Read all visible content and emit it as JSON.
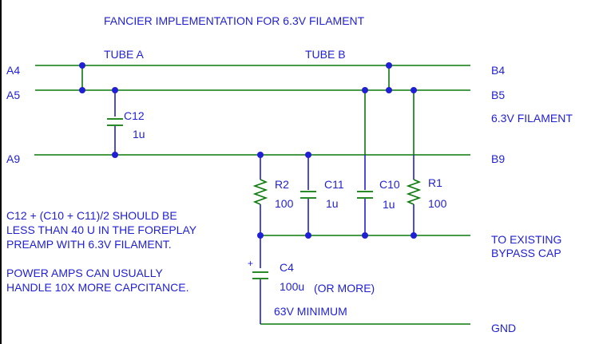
{
  "title": "FANCIER IMPLEMENTATION FOR 6.3V FILAMENT",
  "tubes": {
    "a": "TUBE A",
    "b": "TUBE B"
  },
  "pins_left": {
    "a4": "A4",
    "a5": "A5",
    "a9": "A9"
  },
  "pins_right": {
    "b4": "B4",
    "b5": "B5",
    "filament": "6.3V FILAMENT",
    "b9": "B9",
    "bypass_line1": "TO EXISTING",
    "bypass_line2": "BYPASS CAP",
    "gnd": "GND"
  },
  "components": {
    "c12": {
      "ref": "C12",
      "value": "1u"
    },
    "r2": {
      "ref": "R2",
      "value": "100"
    },
    "c11": {
      "ref": "C11",
      "value": "1u"
    },
    "c10": {
      "ref": "C10",
      "value": "1u"
    },
    "r1": {
      "ref": "R1",
      "value": "100"
    },
    "c4": {
      "ref": "C4",
      "value": "100u",
      "note": "(OR MORE)",
      "rating": "63V MINIMUM",
      "polarity": "+"
    }
  },
  "notes": {
    "line1": "C12 + (C10 + C11)/2 SHOULD BE",
    "line2": "LESS THAN 40 U IN THE FOREPLAY",
    "line3": "PREAMP WITH 6.3V FILAMENT.",
    "line4": "POWER AMPS CAN USUALLY",
    "line5": "HANDLE 10X MORE CAPCITANCE."
  },
  "colors": {
    "text": "#1f1fd6",
    "wire": "#0a7a0a",
    "junction": "#1f1fd6"
  }
}
